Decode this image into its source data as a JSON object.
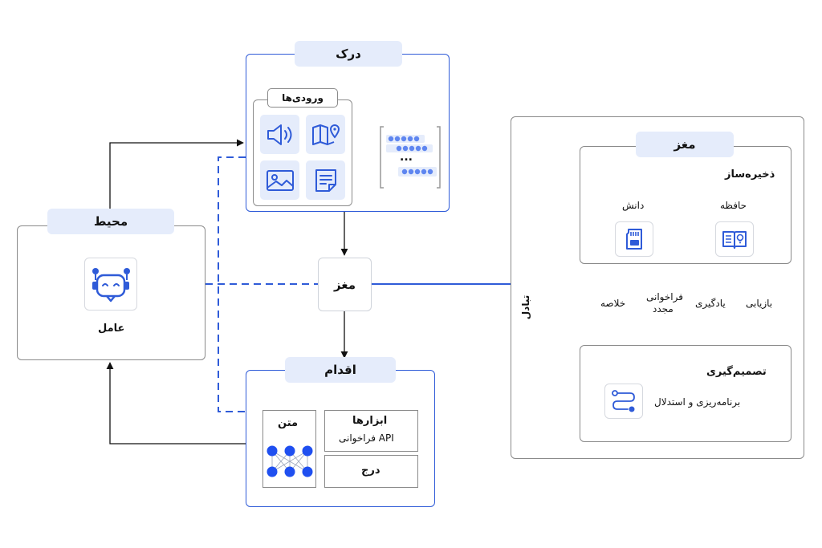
{
  "perception": {
    "title": "درک",
    "inputs_title": "ورودی‌ها",
    "ellipsis": "..."
  },
  "environment": {
    "title": "محیط",
    "agent_label": "عامل"
  },
  "brain_center": {
    "label": "مغز"
  },
  "action": {
    "title": "اقدام",
    "text_label": "متن",
    "tools_title": "ابزارها",
    "tools_sub": "فراخوانی API",
    "insert_label": "درج"
  },
  "brain": {
    "title": "مغز",
    "storage_title": "ذخیره‌ساز",
    "knowledge_label": "دانش",
    "memory_label": "حافظه",
    "exchange_label": "تبادل",
    "summary_label": "خلاصه",
    "recall_label_1": "فراخوانی",
    "recall_label_2": "مجدد",
    "learning_label": "یادگیری",
    "retrieval_label": "بازیابی",
    "decision_title": "تصمیم‌گیری",
    "planning_label": "برنامه‌ریزی و استدلال"
  },
  "colors": {
    "accent": "#2f5bd8",
    "dot": "#1f4ff0",
    "tile": "#e5ecfb",
    "border": "#8a8a8a"
  },
  "icons": [
    "speaker-icon",
    "map-icon",
    "image-icon",
    "note-icon",
    "robot-icon",
    "sd-card-icon",
    "book-icon",
    "flow-icon"
  ]
}
